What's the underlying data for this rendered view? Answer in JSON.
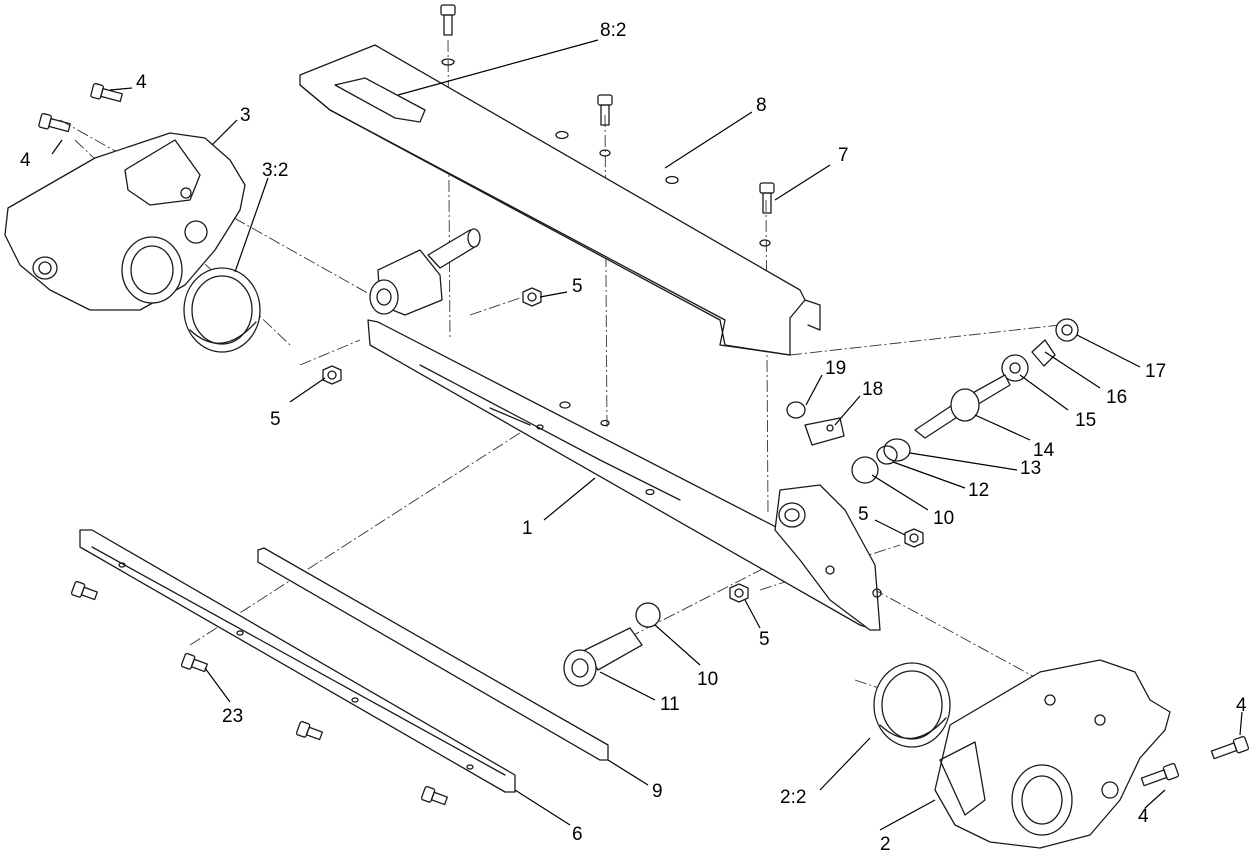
{
  "callouts": [
    {
      "id": "c-8-2",
      "text": "8:2"
    },
    {
      "id": "c-4-a",
      "text": "4"
    },
    {
      "id": "c-3",
      "text": "3"
    },
    {
      "id": "c-4-b",
      "text": "4"
    },
    {
      "id": "c-3-2",
      "text": "3:2"
    },
    {
      "id": "c-8",
      "text": "8"
    },
    {
      "id": "c-7",
      "text": "7"
    },
    {
      "id": "c-5-a",
      "text": "5"
    },
    {
      "id": "c-5-b",
      "text": "5"
    },
    {
      "id": "c-19",
      "text": "19"
    },
    {
      "id": "c-18",
      "text": "18"
    },
    {
      "id": "c-17",
      "text": "17"
    },
    {
      "id": "c-16",
      "text": "16"
    },
    {
      "id": "c-15",
      "text": "15"
    },
    {
      "id": "c-14",
      "text": "14"
    },
    {
      "id": "c-13",
      "text": "13"
    },
    {
      "id": "c-12",
      "text": "12"
    },
    {
      "id": "c-10-a",
      "text": "10"
    },
    {
      "id": "c-1",
      "text": "1"
    },
    {
      "id": "c-5-c",
      "text": "5"
    },
    {
      "id": "c-5-d",
      "text": "5"
    },
    {
      "id": "c-10-b",
      "text": "10"
    },
    {
      "id": "c-11",
      "text": "11"
    },
    {
      "id": "c-23",
      "text": "23"
    },
    {
      "id": "c-9",
      "text": "9"
    },
    {
      "id": "c-6",
      "text": "6"
    },
    {
      "id": "c-2-2",
      "text": "2:2"
    },
    {
      "id": "c-2",
      "text": "2"
    },
    {
      "id": "c-4-c",
      "text": "4"
    },
    {
      "id": "c-4-d",
      "text": "4"
    }
  ]
}
